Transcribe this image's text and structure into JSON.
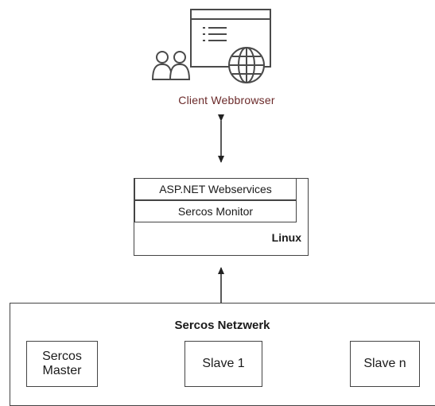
{
  "client": {
    "label": "Client Webbrowser"
  },
  "server": {
    "layers": [
      "ASP.NET Webservices",
      "Sercos Monitor"
    ],
    "os": "Linux"
  },
  "network": {
    "title": "Sercos Netzwerk",
    "master_line1": "Sercos",
    "master_line2": "Master",
    "slave1": "Slave 1",
    "slaven": "Slave n"
  },
  "icons": [
    "users-icon",
    "browser-window-icon",
    "globe-icon"
  ]
}
